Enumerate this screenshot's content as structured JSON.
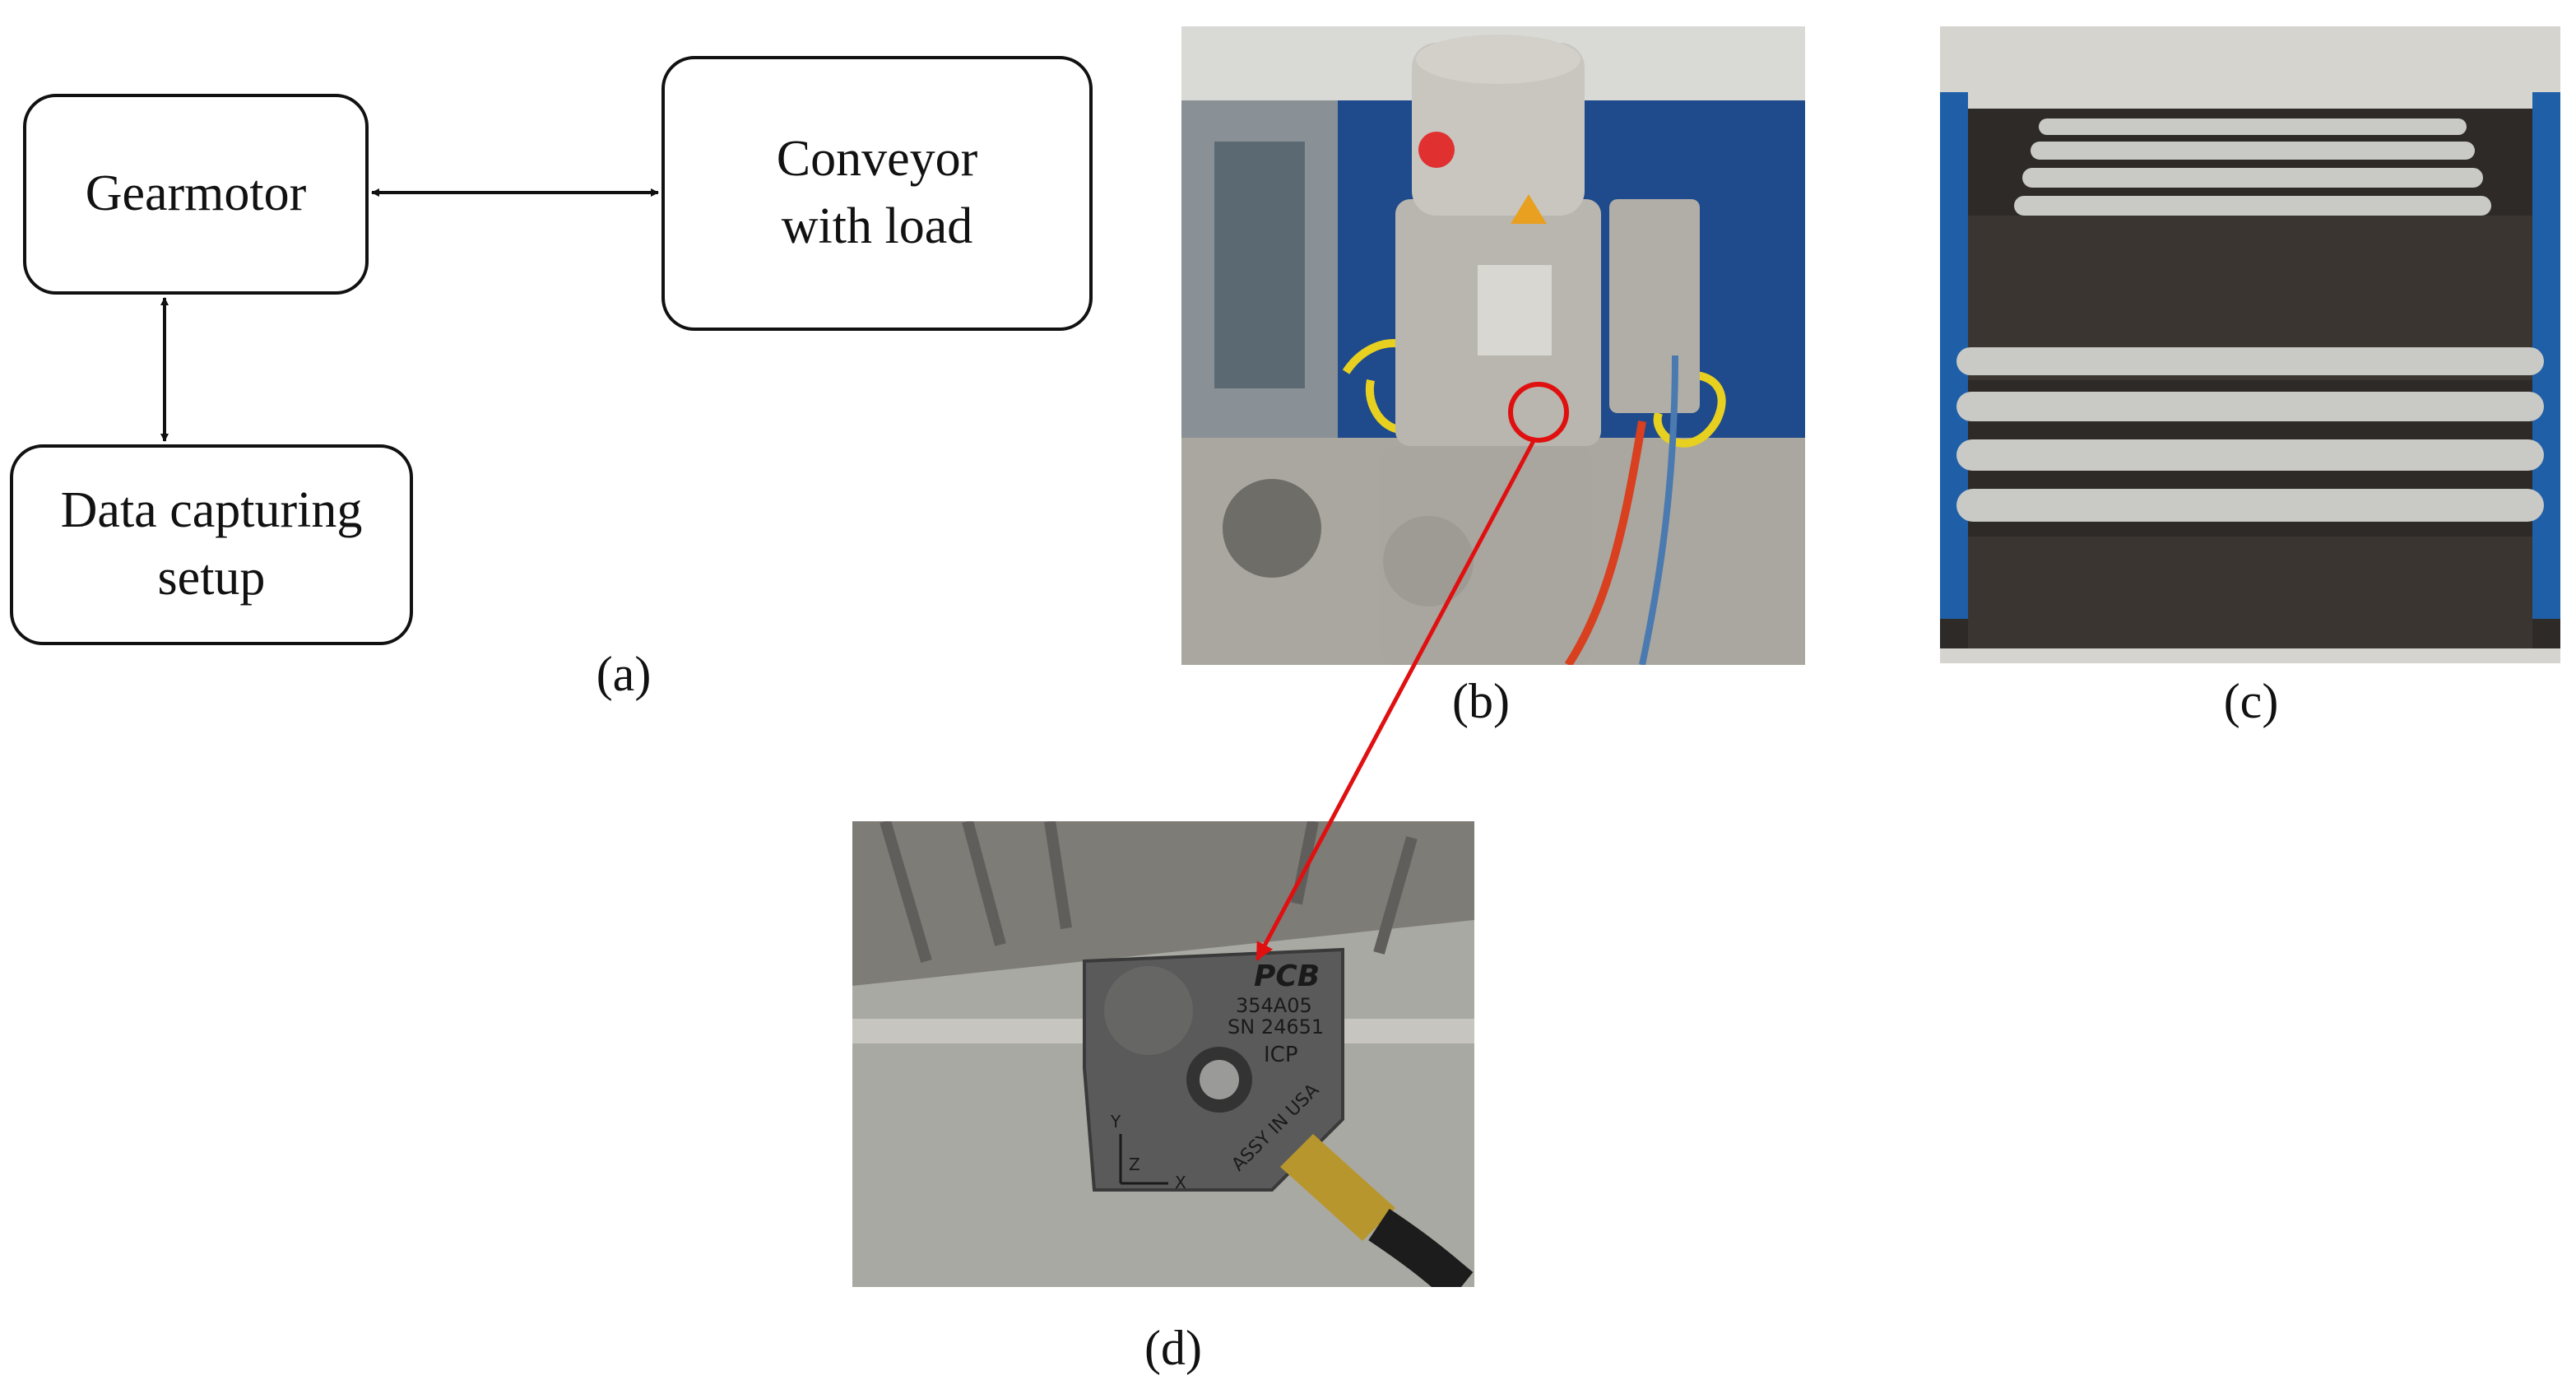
{
  "panel_a": {
    "nodes": {
      "gearmotor": {
        "label": "Gearmotor"
      },
      "conveyor": {
        "line1": "Conveyor",
        "line2": "with load"
      },
      "data_capture": {
        "line1": "Data capturing",
        "line2": "setup"
      }
    },
    "caption": "(a)"
  },
  "panel_b": {
    "caption": "(b)"
  },
  "panel_c": {
    "caption": "(c)"
  },
  "panel_d": {
    "caption": "(d)",
    "sensor": {
      "brand": "PCB",
      "model": "354A05",
      "serial": "SN 24651",
      "type": "ICP",
      "origin": "ASSY IN USA",
      "axis_x": "X",
      "axis_y": "Y",
      "axis_z": "Z"
    }
  },
  "colors": {
    "callout": "#e01010",
    "motor_gray": "#b8b6ae",
    "panel_blue": "#1f4a8c",
    "belt": "#3b3532",
    "roller": "#c9c9c6",
    "sensor": "#5a5a5a"
  }
}
